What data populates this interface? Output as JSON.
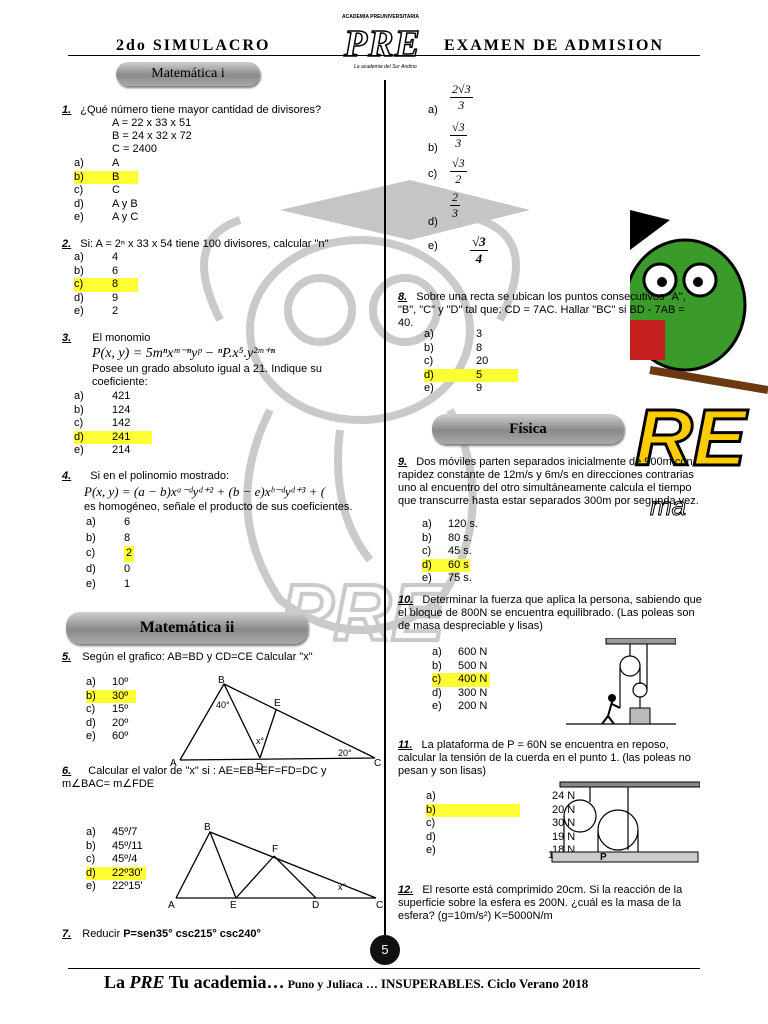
{
  "header": {
    "left": "2do SIMULACRO",
    "right": "EXAMEN DE ADMISION",
    "logo_text": "PRE",
    "logo_small": "ACADEMIA PREUNIVERSITARIA",
    "logo_tag": "La academia del Sur Andino"
  },
  "sections": {
    "mat1": "Matemática i",
    "mat2": "Matemática ii",
    "fisica": "Física"
  },
  "q1": {
    "num": "1.",
    "text": "¿Qué número tiene mayor cantidad de divisores?",
    "a": "A = 22 x 33 x 51",
    "b": "B = 24 x 32 x 72",
    "c": "C = 2400",
    "options": [
      {
        "l": "a)",
        "v": "A"
      },
      {
        "l": "b)",
        "v": "B"
      },
      {
        "l": "c)",
        "v": "C"
      },
      {
        "l": "d)",
        "v": "A y B"
      },
      {
        "l": "e)",
        "v": "A y C"
      }
    ]
  },
  "q2": {
    "num": "2.",
    "text": "Si:  A = 2ⁿ x 33 x 54 tiene 100 divisores, calcular \"n\"",
    "options": [
      {
        "l": "a)",
        "v": "4"
      },
      {
        "l": "b)",
        "v": "6"
      },
      {
        "l": "c)",
        "v": "8"
      },
      {
        "l": "d)",
        "v": "9"
      },
      {
        "l": "e)",
        "v": "2"
      }
    ]
  },
  "q3": {
    "num": "3.",
    "text": "El monomio",
    "formula": "P(x, y) = 5mⁿxᵐ⁻ⁿyᵖ − ⁿP.x⁵.y²ᵐ⁺ⁿ",
    "text2": "Posee un grado absoluto igual a 21. Indique su coeficiente:",
    "options": [
      {
        "l": "a)",
        "v": "421"
      },
      {
        "l": "b)",
        "v": "124"
      },
      {
        "l": "c)",
        "v": "142"
      },
      {
        "l": "d)",
        "v": "241"
      },
      {
        "l": "e)",
        "v": "214"
      }
    ]
  },
  "q4": {
    "num": "4.",
    "text": "Si        en        el        polinomio        mostrado:",
    "formula": "P(x, y) = (a − b)xᵃ⁻ᵈyᵈ⁺² + (b − e)xᵇ⁻ᵈyᵈ⁺³ + (",
    "text2": "es homogéneo, señale el producto de sus  coeficientes.",
    "options": [
      {
        "l": "a)",
        "v": "6"
      },
      {
        "l": "b)",
        "v": "8"
      },
      {
        "l": "c)",
        "v": "2"
      },
      {
        "l": "d)",
        "v": "0"
      },
      {
        "l": "e)",
        "v": "1"
      }
    ]
  },
  "q5": {
    "num": "5.",
    "text": "Según el grafico: AB=BD y CD=CE Calcular \"x\"",
    "options": [
      {
        "l": "a)",
        "v": "10º"
      },
      {
        "l": "b)",
        "v": "30º"
      },
      {
        "l": "c)",
        "v": "15º"
      },
      {
        "l": "d)",
        "v": "20º"
      },
      {
        "l": "e)",
        "v": "60º"
      }
    ],
    "fig": {
      "A": "A",
      "B": "B",
      "C": "C",
      "D": "D",
      "E": "E",
      "x": "x°",
      "a40": "40°",
      "a20": "20°"
    }
  },
  "q6": {
    "num": "6.",
    "text": "Calcular        el valor de \"x\" si :  AE=EB=EF=FD=DC y  m∠BAC= m∠FDE",
    "options": [
      {
        "l": "a)",
        "v": "45º/7"
      },
      {
        "l": "b)",
        "v": "45º/11"
      },
      {
        "l": "c)",
        "v": "45º/4"
      },
      {
        "l": "d)",
        "v": "22º30'"
      },
      {
        "l": "e)",
        "v": "22º15'"
      }
    ],
    "fig": {
      "A": "A",
      "B": "B",
      "C": "C",
      "D": "D",
      "E": "E",
      "F": "F",
      "x": "x°"
    }
  },
  "q7": {
    "num": "7.",
    "text": "Reducir ",
    "expr": "P=sen35° csc215° csc240°"
  },
  "q7opts": [
    {
      "l": "a)",
      "n": "2√3",
      "d": "3"
    },
    {
      "l": "b)",
      "n": "√3",
      "d": "3"
    },
    {
      "l": "c)",
      "n": "√3",
      "d": "2"
    },
    {
      "l": "d)",
      "n": "2",
      "d": "3"
    },
    {
      "l": "e)",
      "n": "√3",
      "d": "4"
    }
  ],
  "q8": {
    "num": "8.",
    "text": "Sobre una recta se ubican los puntos consecutivos \"A\", \"B\", \"C\" y \"D\" tal que: CD = 7AC. Hallar \"BC\" si BD - 7AB = 40.",
    "options": [
      {
        "l": "a)",
        "v": "3"
      },
      {
        "l": "b)",
        "v": "8"
      },
      {
        "l": "c)",
        "v": "20"
      },
      {
        "l": "d)",
        "v": "5"
      },
      {
        "l": "e)",
        "v": "9"
      }
    ]
  },
  "q9": {
    "num": "9.",
    "text": "Dos móviles parten separados inicialmente de 900m con rapidez constante de 12m/s y 6m/s en direcciones contrarias uno al encuentro del otro simultáneamente calcula el tiempo que transcurre hasta estar separados 300m por segunda vez.",
    "options": [
      {
        "l": "a)",
        "v": "120 s."
      },
      {
        "l": "b)",
        "v": "80 s."
      },
      {
        "l": "c)",
        "v": "45 s."
      },
      {
        "l": "d)",
        "v": "60 s"
      },
      {
        "l": "e)",
        "v": "75 s."
      }
    ]
  },
  "q10": {
    "num": "10.",
    "text": "Determinar la fuerza que aplica la persona, sabiendo que el bloque de 800N se encuentra equilibrado. (Las poleas son de masa despreciable y lisas)",
    "options": [
      {
        "l": "a)",
        "v": "600 N"
      },
      {
        "l": "b)",
        "v": "500 N"
      },
      {
        "l": "c)",
        "v": "400 N"
      },
      {
        "l": "d)",
        "v": "300 N"
      },
      {
        "l": "e)",
        "v": "200 N"
      }
    ]
  },
  "q11": {
    "num": "11.",
    "text": "La plataforma de P = 60N se encuentra en reposo, calcular la tensión de la cuerda en el punto 1. (las poleas no pesan y son lisas)",
    "options": [
      {
        "l": "a)",
        "v": "24 N"
      },
      {
        "l": "b)",
        "v": "20 N"
      },
      {
        "l": "c)",
        "v": "30 N"
      },
      {
        "l": "d)",
        "v": "19 N"
      },
      {
        "l": "e)",
        "v": "18 N"
      }
    ],
    "p_label": "P",
    "one_label": "1"
  },
  "q12": {
    "num": "12.",
    "text": "El resorte está comprimido 20cm. Si la reacción de la superficie sobre la esfera es 200N. ¿cuál es la masa de la esfera? (g=10m/s²)  K=5000N/m"
  },
  "page_number": "5",
  "footer": {
    "la": "La ",
    "pre": "PRE",
    "tu": " Tu academia…",
    "mid": " Puno y Juliaca …  ",
    "end": "INSUPERABLES. Ciclo Verano 2018"
  },
  "colors": {
    "highlight": "#ffff33",
    "pill": "#9a9a9a"
  }
}
